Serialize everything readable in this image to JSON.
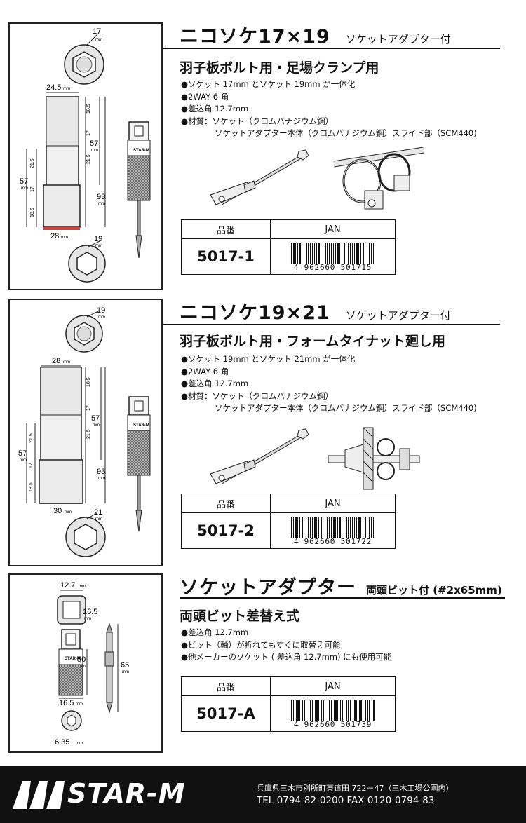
{
  "products": [
    {
      "title": "ニコソケ17×19",
      "subtitle": "ソケットアダプター付",
      "subheading": "羽子板ボルト用・足場クランプ用",
      "specs": [
        "●ソケット 17mm とソケット 19mm が一体化",
        "●2WAY 6 角",
        "●差込角 12.7mm",
        "●材質：ソケット（クロムバナジウム鋼）",
        "ソケットアダプター本体（クロムバナジウム鋼）スライド部（SCM440)"
      ],
      "table_header_code": "品番",
      "table_header_jan": "JAN",
      "part_number": "5017-1",
      "jan_digits": "4 962660 501715",
      "dims": {
        "top": "17",
        "top_unit": "mm",
        "width": "24.5",
        "width_unit": "mm",
        "d1": "18.5",
        "d2": "17",
        "d3": "21.5",
        "d4": "17",
        "d5": "18.5",
        "len57": "57",
        "len57b": "57",
        "len93": "93",
        "unit": "mm",
        "bottom_width": "28",
        "bottom_width_unit": "mm",
        "bottom": "19",
        "bottom_unit": "mm"
      }
    },
    {
      "title": "ニコソケ19×21",
      "subtitle": "ソケットアダプター付",
      "subheading": "羽子板ボルト用・フォームタイナット廻し用",
      "specs": [
        "●ソケット 19mm とソケット 21mm が一体化",
        "●2WAY 6 角",
        "●差込角 12.7mm",
        "●材質：ソケット（クロムバナジウム鋼）",
        "ソケットアダプター本体（クロムバナジウム鋼）スライド部（SCM440)"
      ],
      "table_header_code": "品番",
      "table_header_jan": "JAN",
      "part_number": "5017-2",
      "jan_digits": "4 962660 501722",
      "dims": {
        "top": "19",
        "top_unit": "mm",
        "width": "28",
        "width_unit": "mm",
        "d1": "18.5",
        "d2": "17",
        "d3": "21.5",
        "d4": "17",
        "d5": "18.5",
        "len57": "57",
        "len57b": "57",
        "len93": "93",
        "unit": "mm",
        "bottom_width": "30",
        "bottom_width_unit": "mm",
        "bottom": "21",
        "bottom_unit": "mm"
      }
    },
    {
      "title": "ソケットアダプター",
      "subtitle": "両頭ビット付 (#2x65mm)",
      "subheading": "両頭ビット差替え式",
      "specs": [
        "●差込角 12.7mm",
        "●ビット（軸）が折れてもすぐに取替え可能",
        "●他メーカーのソケット ( 差込角 12.7mm) にも使用可能"
      ],
      "table_header_code": "品番",
      "table_header_jan": "JAN",
      "part_number": "5017-A",
      "jan_digits": "4 962660 501739",
      "dims": {
        "top_w": "12.7",
        "top_w_unit": "mm",
        "top_h": "16.5",
        "top_h_unit": "mm",
        "len50": "50",
        "len65": "65",
        "unit": "mm",
        "bottom_w": "16.5",
        "bottom_w_unit": "mm",
        "hole": "6.35",
        "hole_unit": "mm"
      }
    }
  ],
  "footer": {
    "brand": "STAR-M",
    "address": "兵庫県三木市別所町東這田 722－47（三木工場公園内）",
    "contact": "TEL 0794-82-0200 FAX 0120-0794-83"
  }
}
